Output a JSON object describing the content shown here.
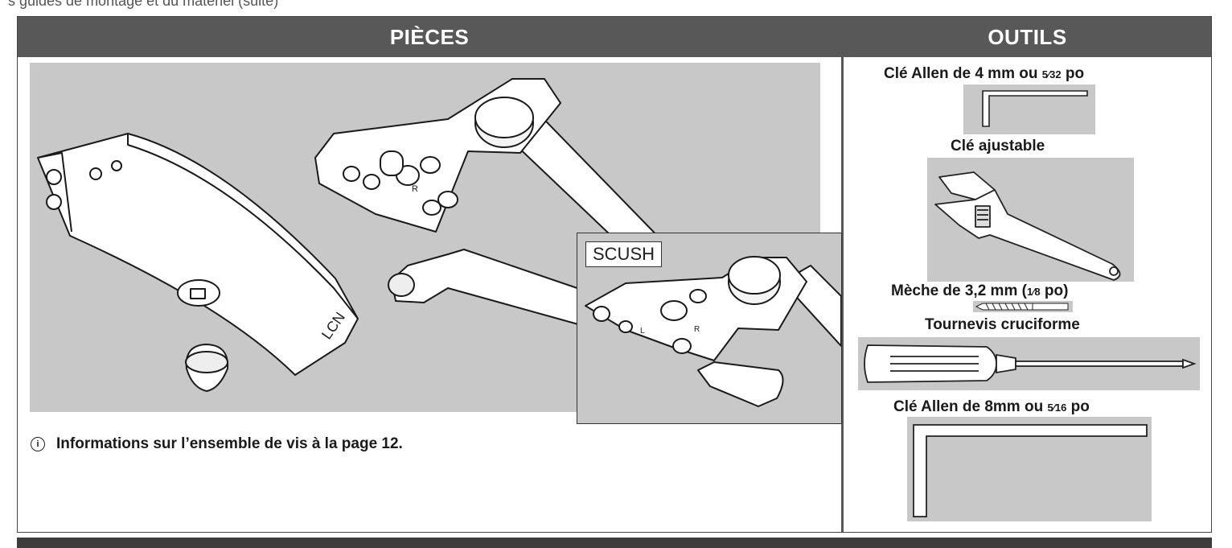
{
  "page": {
    "cut_top_text": "s guides de montage et du matériel (suite)"
  },
  "parts": {
    "header": "PIÈCES",
    "inset_label": "SCUSH",
    "logo_text": "LCN",
    "mark_r": "R",
    "mark_l": "L",
    "info_icon": "info-circle-icon",
    "info_text": "Informations sur l’ensemble de vis à la page 12."
  },
  "tools": {
    "header": "OUTILS",
    "allen4": {
      "label_prefix": "Clé Allen de 4 mm ou ",
      "label_frac": "5⁄32",
      "label_suffix": " po",
      "icon": "allen-key-icon"
    },
    "adjustable": {
      "label": "Clé ajustable",
      "icon": "adjustable-wrench-icon"
    },
    "drill": {
      "label_prefix": "Mèche de 3,2 mm (",
      "label_frac": "1⁄8",
      "label_suffix": " po)",
      "icon": "drill-bit-icon"
    },
    "screwdriver": {
      "label": "Tournevis cruciforme",
      "icon": "phillips-screwdriver-icon"
    },
    "allen8": {
      "label_prefix": "Clé Allen de 8mm ou ",
      "label_frac": "5⁄16",
      "label_suffix": " po",
      "icon": "allen-key-large-icon"
    }
  },
  "colors": {
    "header_bg": "#585858",
    "panel_gray": "#c8c8c8",
    "footer_bar": "#3d3d3d"
  }
}
